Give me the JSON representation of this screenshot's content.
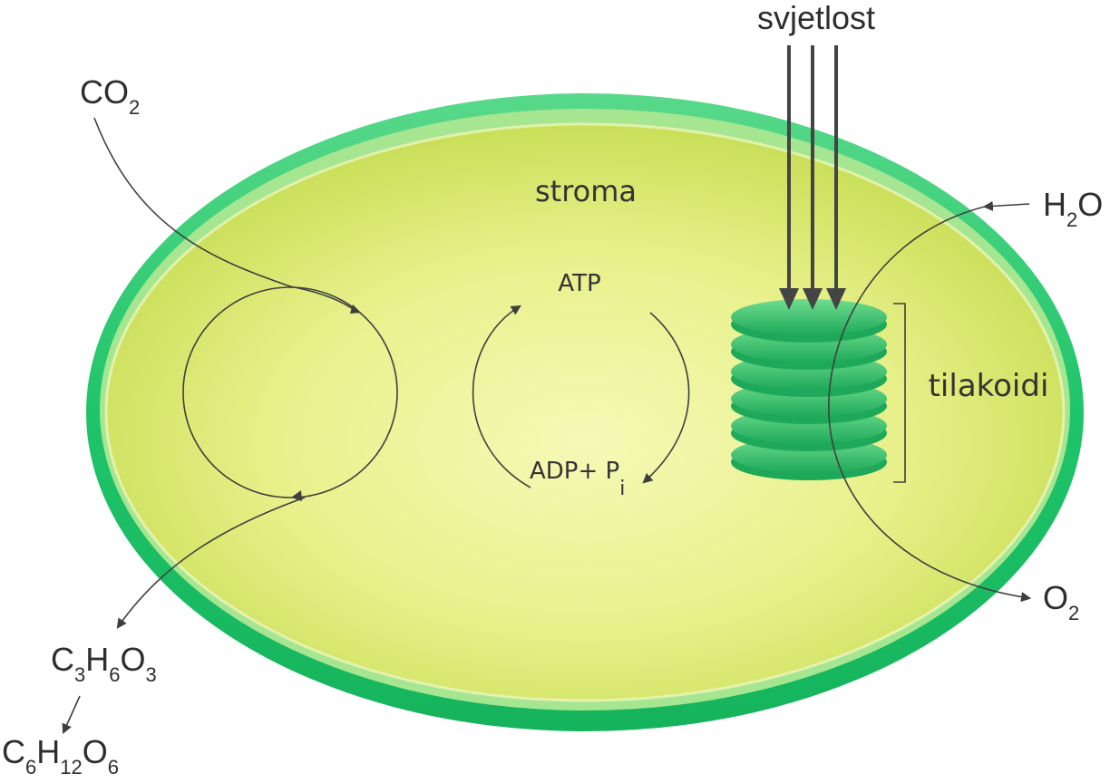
{
  "labels": {
    "light": "svjetlost",
    "stroma": "stroma",
    "thylakoids": "tilakoidi",
    "atp": "ATP",
    "adp": "ADP+ P",
    "adp_sub": "i",
    "co2": {
      "main": "CO",
      "sub": "2"
    },
    "h2o": {
      "a": "H",
      "sub": "2",
      "b": "O"
    },
    "o2": {
      "main": "O",
      "sub": "2"
    },
    "c3": {
      "c": "C",
      "s1": "3",
      "h": "H",
      "s2": "6",
      "o": "O",
      "s3": "3"
    },
    "c6": {
      "c": "C",
      "s1": "6",
      "h": "H",
      "s2": "12",
      "o": "O",
      "s3": "6"
    }
  },
  "colors": {
    "membrane_outer": "#1fc46a",
    "membrane_inner": "#8fdc80",
    "stroma_center": "#f4f7a8",
    "stroma_edge": "#cfe35a",
    "thylakoid": "#2bbd6a",
    "arrow": "#3f3f3f"
  }
}
